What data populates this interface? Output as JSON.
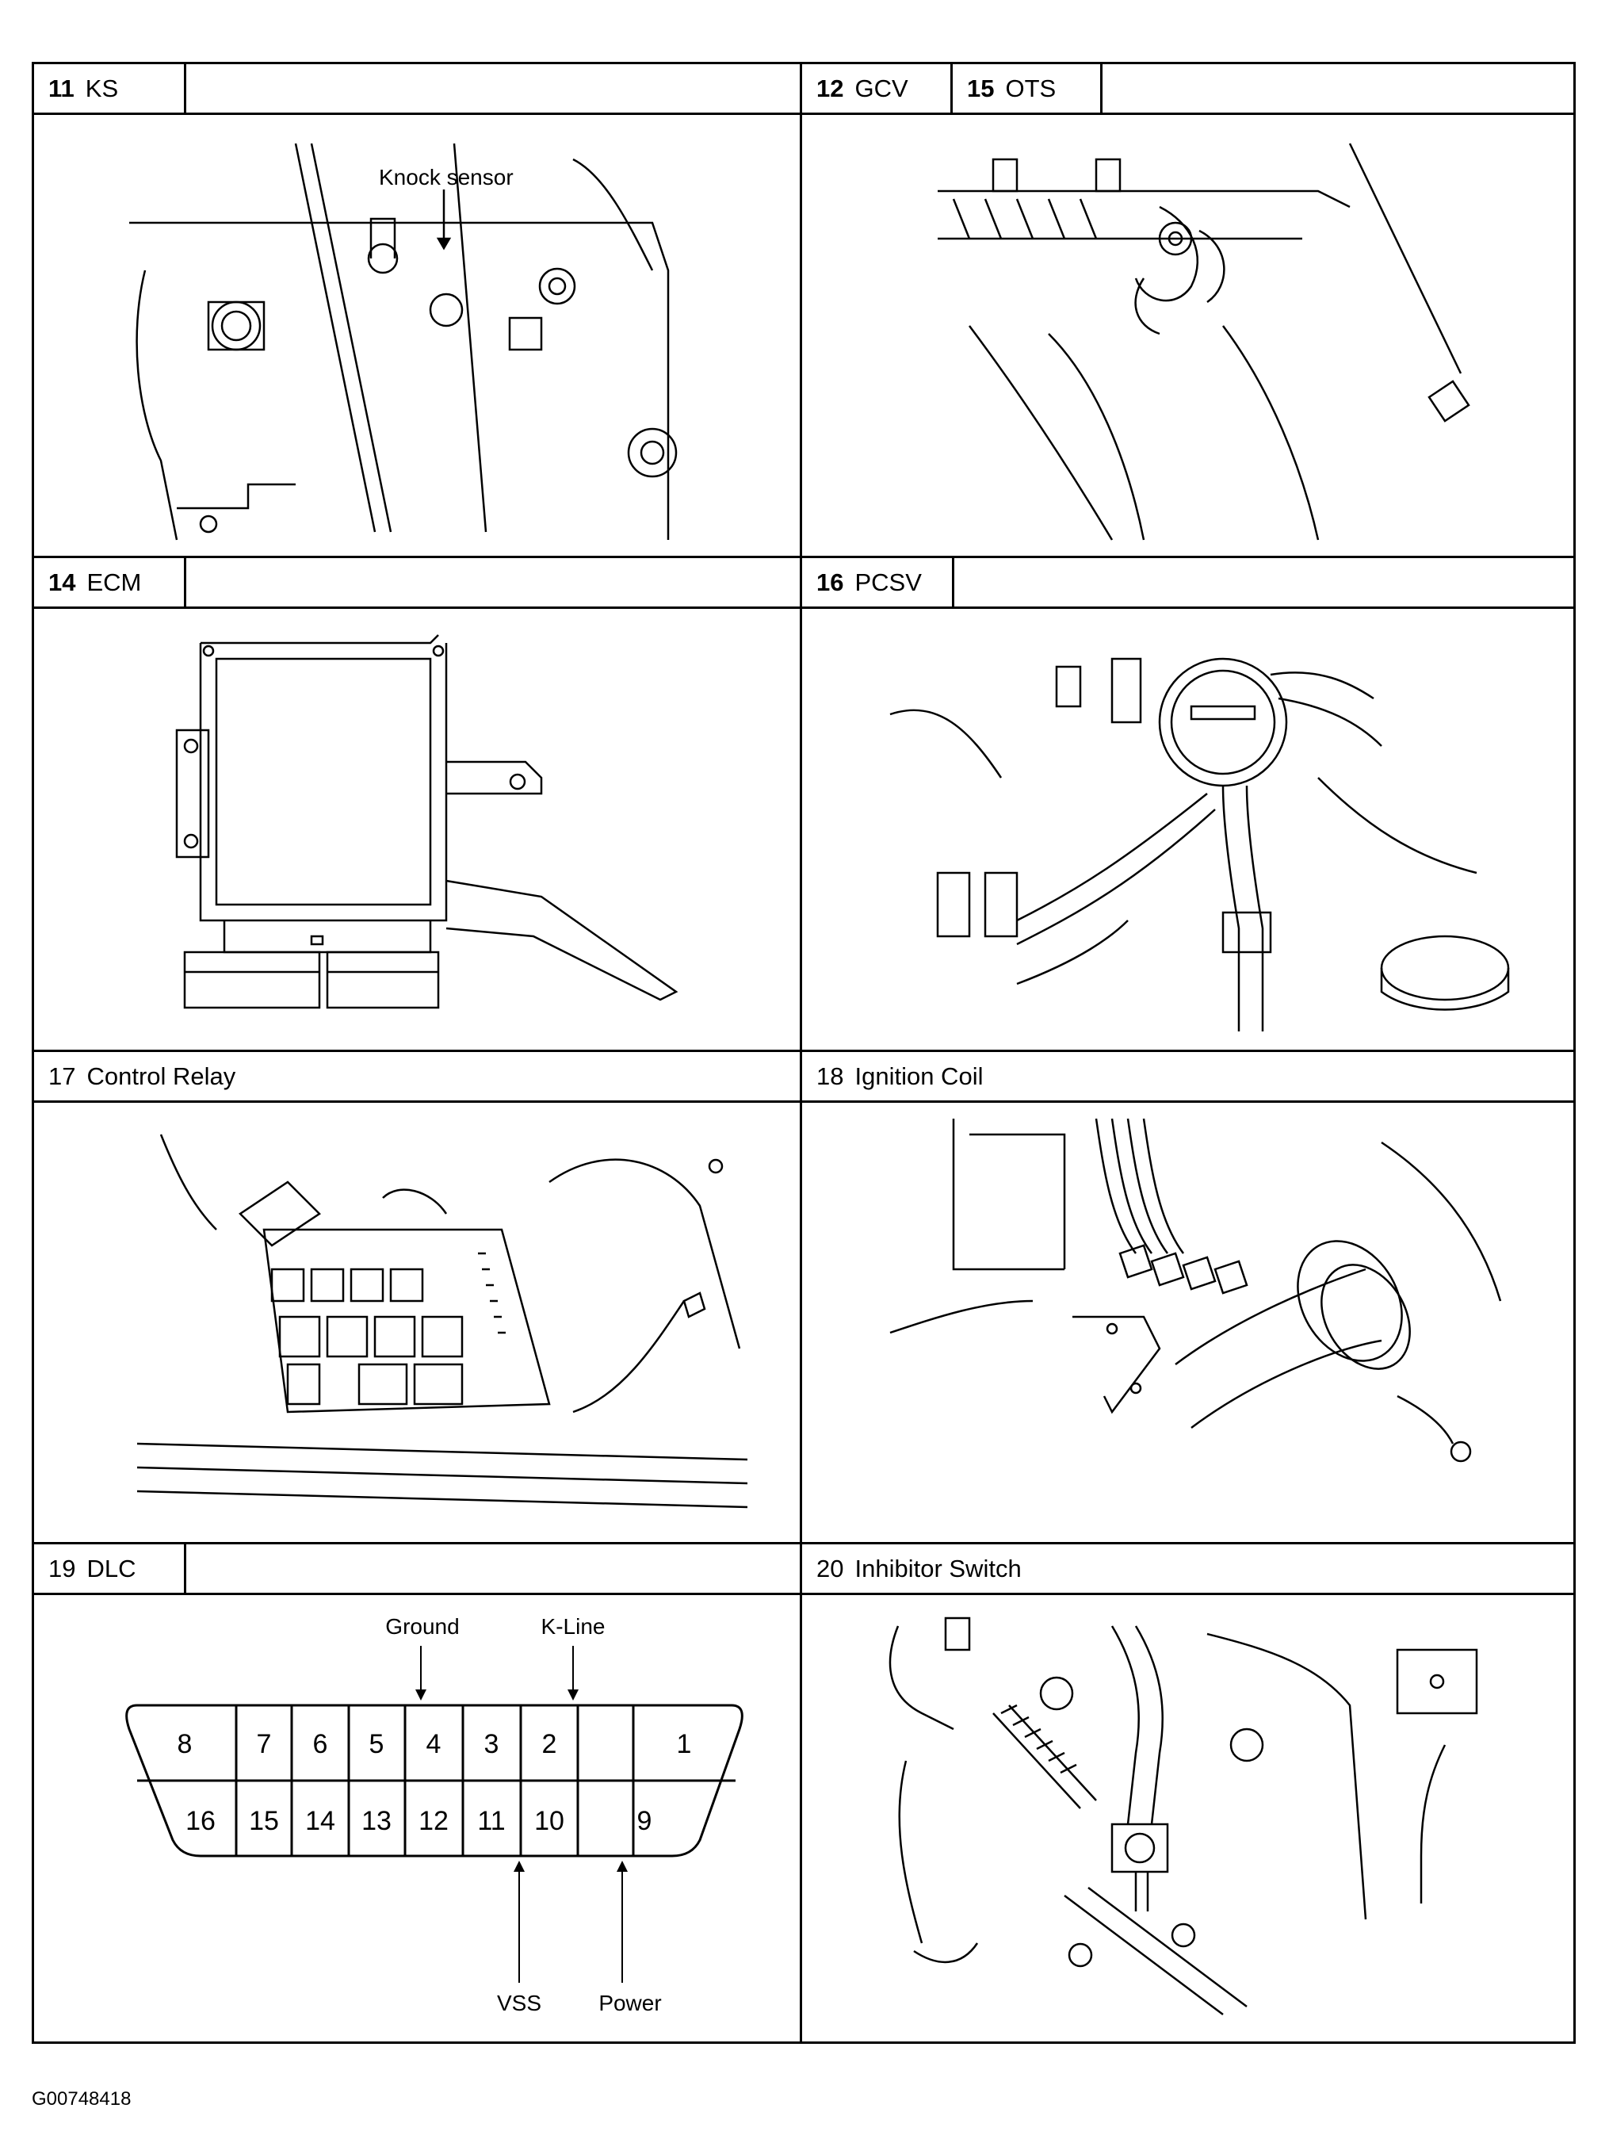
{
  "panels": [
    {
      "id": "p11",
      "number": "11",
      "label": "KS",
      "callout": "Knock sensor"
    },
    {
      "id": "p12",
      "number": "12",
      "label": "GCV",
      "number2": "15",
      "label2": "OTS"
    },
    {
      "id": "p14",
      "number": "14",
      "label": "ECM"
    },
    {
      "id": "p16",
      "number": "16",
      "label": "PCSV"
    },
    {
      "id": "p17",
      "number": "17",
      "label": "Control Relay"
    },
    {
      "id": "p18",
      "number": "18",
      "label": "Ignition Coil"
    },
    {
      "id": "p19",
      "number": "19",
      "label": "DLC"
    },
    {
      "id": "p20",
      "number": "20",
      "label": "Inhibitor Switch"
    }
  ],
  "dlc": {
    "top_pins": [
      "8",
      "7",
      "6",
      "5",
      "4",
      "3",
      "2",
      "1"
    ],
    "bottom_pins": [
      "16",
      "15",
      "14",
      "13",
      "12",
      "11",
      "10",
      "9"
    ],
    "labels": {
      "ground": "Ground",
      "kline": "K-Line",
      "vss": "VSS",
      "power": "Power"
    }
  },
  "doc_id": "G00748418"
}
